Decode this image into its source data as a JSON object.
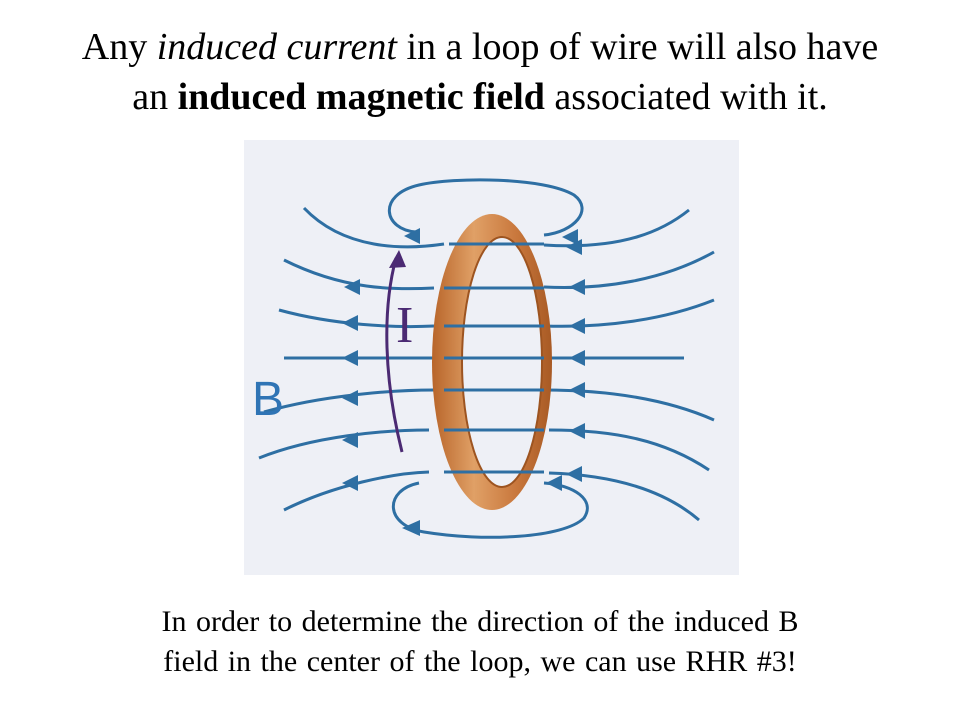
{
  "title": {
    "line1_plain_a": "Any ",
    "line1_italic": "induced current",
    "line1_plain_b": " in a loop of wire will also have",
    "line2_plain_a": "an ",
    "line2_bold": "induced magnetic field",
    "line2_plain_b": " associated with it."
  },
  "figure": {
    "current_label": "I",
    "field_label": "B",
    "colors": {
      "field_lines": "#2e6fa3",
      "loop": "#c9783d",
      "current_arrow": "#4b2a73",
      "b_label": "#2f74b5",
      "background": "#eef0f6"
    }
  },
  "caption": {
    "line1": "In order to determine the direction of the induced B",
    "line2": "field in the center of the loop, we can use RHR #3!"
  }
}
